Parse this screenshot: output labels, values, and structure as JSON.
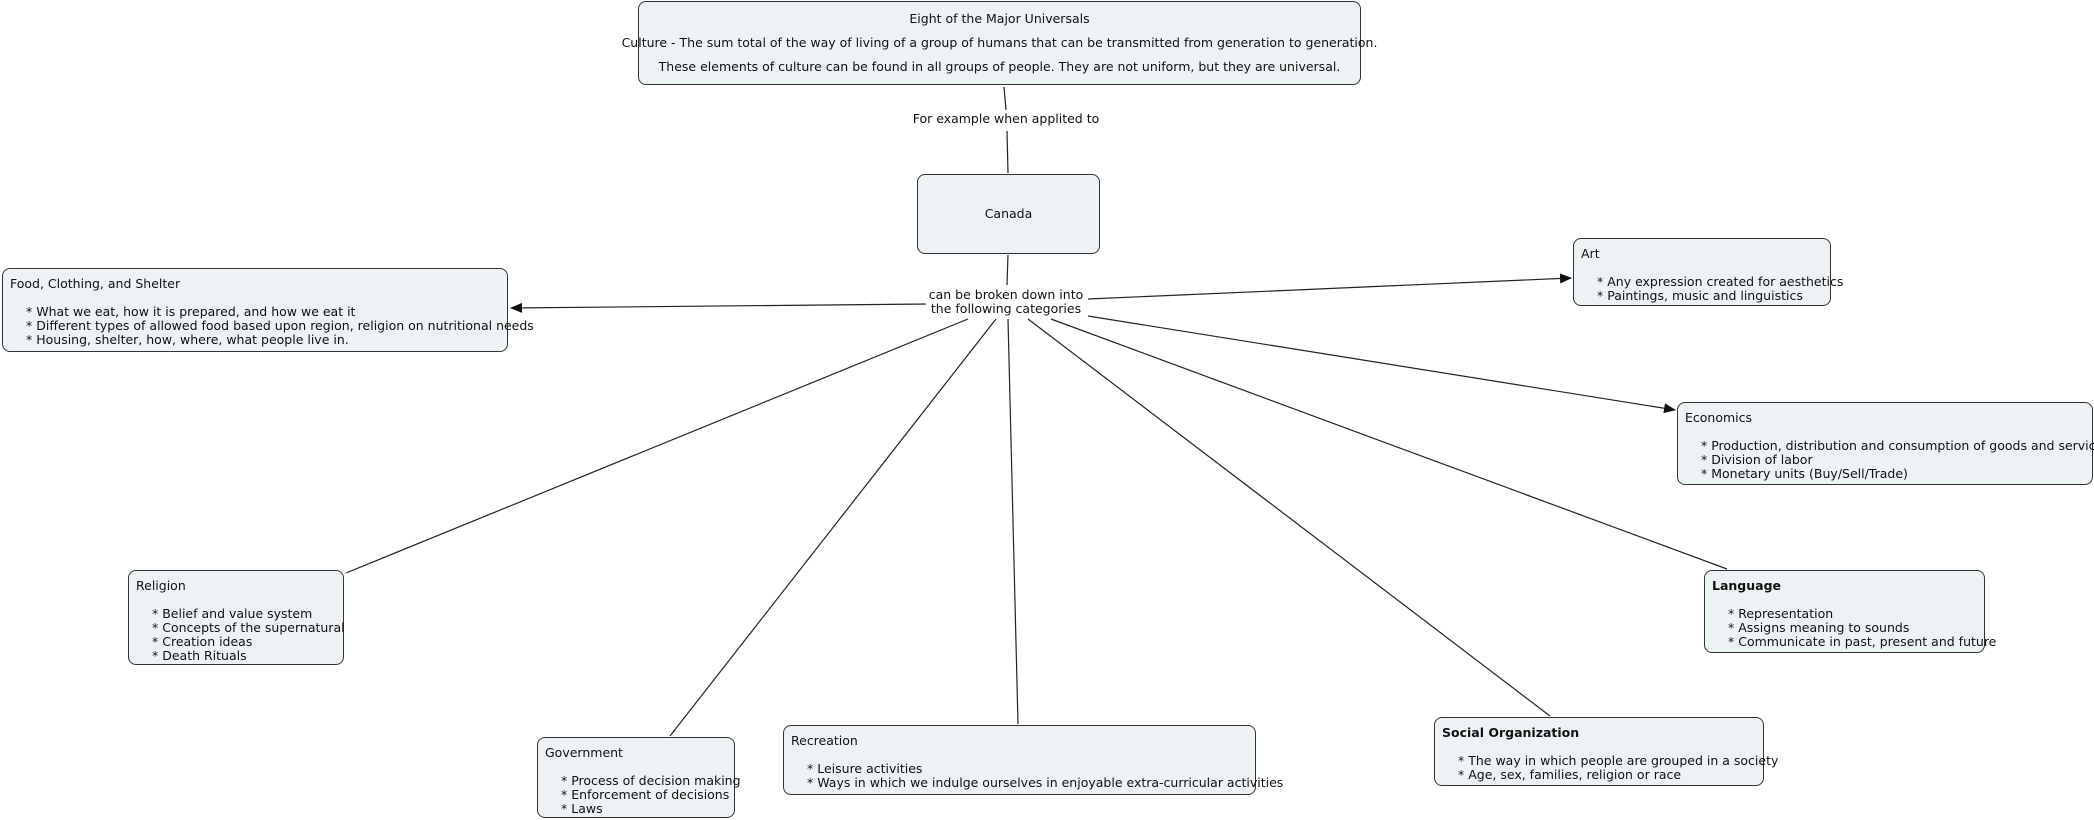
{
  "root": {
    "title": "Eight of the Major Universals",
    "definition": "Culture - The sum total of the way of living of a group of humans that can be transmitted from generation to generation.",
    "note": "These elements of culture can be found in all groups of people.  They are not uniform, but they are universal."
  },
  "link_labels": {
    "applied": "For example when applited to",
    "broken_1": "can be broken down into",
    "broken_2": "the following categories"
  },
  "canada": "Canada",
  "categories": {
    "food": {
      "title": "Food, Clothing, and Shelter",
      "items": [
        "* What we eat, how it is prepared, and how we eat it",
        "* Different types of allowed food based upon region, religion on nutritional needs",
        "* Housing, shelter, how, where, what people live in."
      ]
    },
    "art": {
      "title": "Art",
      "items": [
        "* Any expression created for aesthetics",
        "* Paintings, music and linguistics"
      ]
    },
    "economics": {
      "title": "Economics",
      "items": [
        "* Production, distribution and consumption of goods and services",
        "* Division of labor",
        "* Monetary units (Buy/Sell/Trade)"
      ]
    },
    "religion": {
      "title": "Religion",
      "items": [
        "*  Belief and value system",
        "*  Concepts of the supernatural",
        "*  Creation ideas",
        "*  Death Rituals"
      ]
    },
    "government": {
      "title": "Government",
      "items": [
        "* Process of decision making",
        "* Enforcement of decisions",
        "* Laws"
      ]
    },
    "recreation": {
      "title": "Recreation",
      "items": [
        "* Leisure activities",
        "* Ways in which we indulge ourselves in enjoyable extra-curricular activities"
      ]
    },
    "social": {
      "title": "Social Organization",
      "items": [
        "* The way in which people are grouped in a society",
        "* Age, sex, families, religion or race"
      ]
    },
    "language": {
      "title": "Language",
      "items": [
        "* Representation",
        "* Assigns meaning to sounds",
        "* Communicate in past, present and future"
      ]
    }
  },
  "colors": {
    "node_fill": "#edf3f5",
    "node_border": "#333333",
    "line": "#222222"
  }
}
